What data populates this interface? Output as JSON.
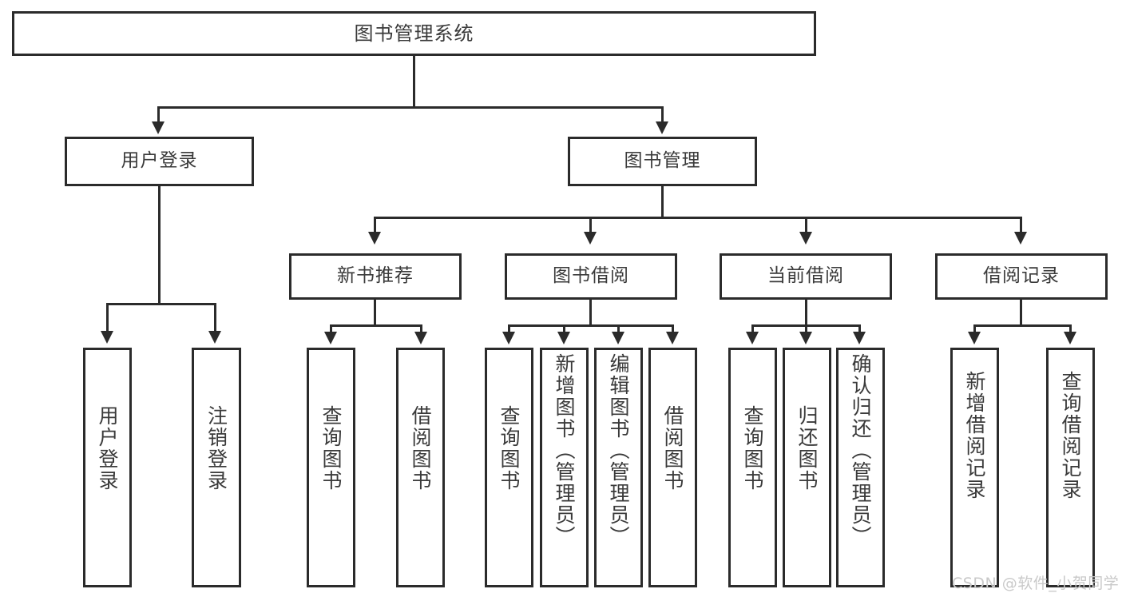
{
  "diagram": {
    "type": "tree-hierarchy-chart",
    "title_node": {
      "label": "图书管理系统"
    },
    "level2": [
      {
        "label": "用户登录"
      },
      {
        "label": "图书管理"
      }
    ],
    "level3": [
      {
        "label": "新书推荐"
      },
      {
        "label": "图书借阅"
      },
      {
        "label": "当前借阅"
      },
      {
        "label": "借阅记录"
      }
    ],
    "leaves": {
      "user_login": [
        {
          "label": "用户登录"
        },
        {
          "label": "注销登录"
        }
      ],
      "new_book_recommend": [
        {
          "label": "查询图书"
        },
        {
          "label": "借阅图书"
        }
      ],
      "book_borrow": [
        {
          "label": "查询图书"
        },
        {
          "label": "新增图书（管理员）"
        },
        {
          "label": "编辑图书（管理员）"
        },
        {
          "label": "借阅图书"
        }
      ],
      "current_borrow": [
        {
          "label": "查询图书"
        },
        {
          "label": "归还图书"
        },
        {
          "label": "确认归还（管理员）"
        }
      ],
      "borrow_record": [
        {
          "label": "新增借阅记录"
        },
        {
          "label": "查询借阅记录"
        }
      ]
    }
  },
  "watermark": {
    "text": "CSDN @软件_小贺同学"
  },
  "colors": {
    "stroke": "#2b2b2b",
    "text": "#3a3a3a",
    "background": "#ffffff",
    "watermark": "#c9c9c9"
  }
}
